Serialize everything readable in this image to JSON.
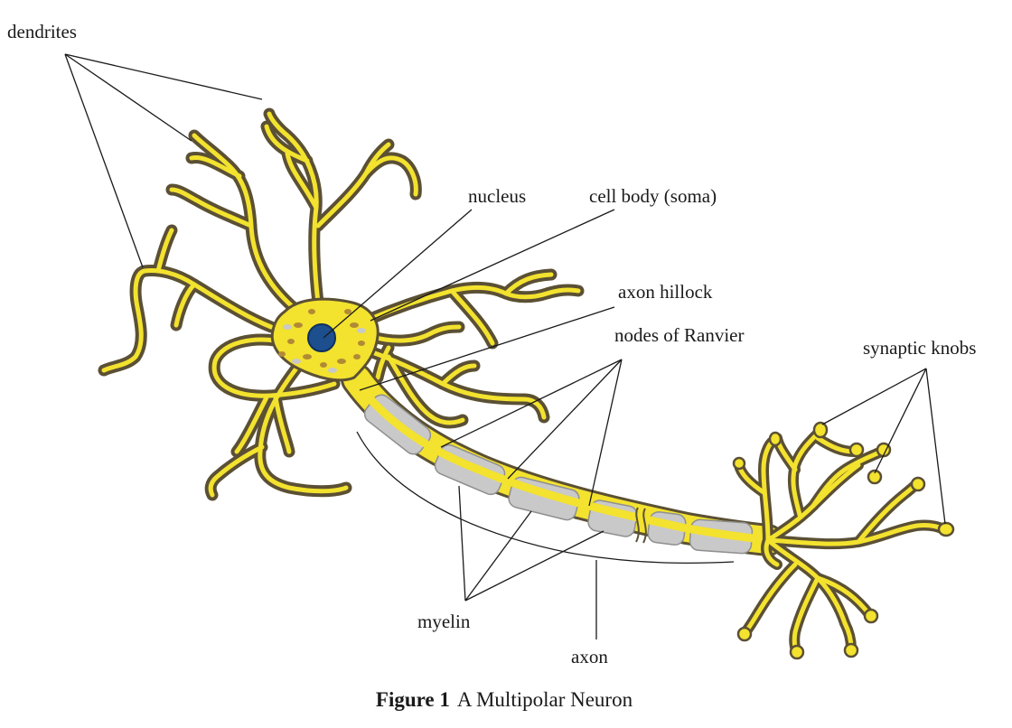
{
  "labels": {
    "dendrites": "dendrites",
    "nucleus": "nucleus",
    "cell_body": "cell body (soma)",
    "axon_hillock": "axon hillock",
    "nodes_of_ranvier": "nodes of Ranvier",
    "synaptic_knobs": "synaptic knobs",
    "myelin": "myelin",
    "axon": "axon"
  },
  "caption": {
    "figure_number": "Figure 1",
    "title": "A Multipolar Neuron"
  },
  "colors": {
    "cytoplasm": "#f3e22e",
    "membrane_outline": "#5b5034",
    "myelin": "#c9c9c9",
    "nucleus": "#1d4f8f",
    "leader_lines": "#1a1a1a"
  }
}
